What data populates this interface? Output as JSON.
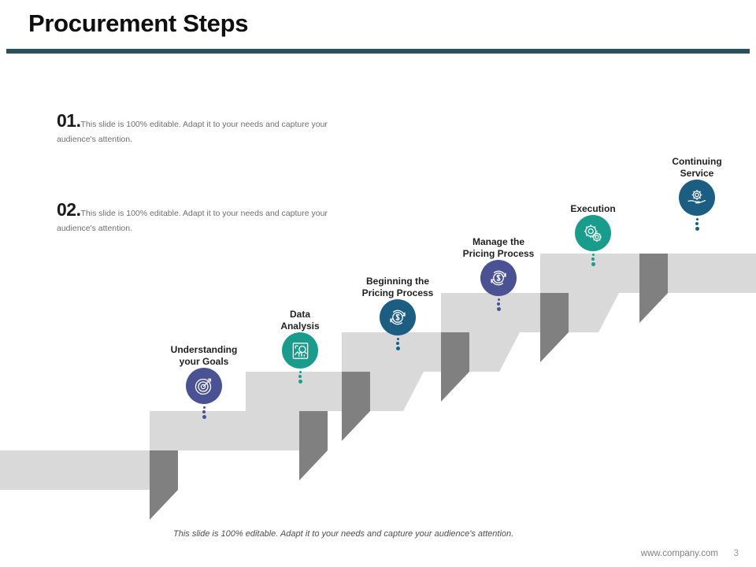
{
  "slide": {
    "title": "Procurement Steps",
    "rule_color": "#28505e"
  },
  "text_blocks": [
    {
      "number": "01.",
      "body": "This slide is 100% editable. Adapt it to your needs and capture your audience's attention."
    },
    {
      "number": "02.",
      "body": "This slide is 100% editable. Adapt it to your needs and capture your audience's attention."
    }
  ],
  "steps": [
    {
      "label": "Understanding\nyour Goals",
      "icon": "target-arrow-icon",
      "color": "#4a5294"
    },
    {
      "label": "Data\nAnalysis",
      "icon": "document-magnifier-analysis-icon",
      "color": "#1a9c8c"
    },
    {
      "label": "Beginning the\nPricing Process",
      "icon": "dollar-cycle-icon",
      "color": "#1b5e82"
    },
    {
      "label": "Manage the\nPricing Process",
      "icon": "dollar-cycle-icon",
      "color": "#4a5294"
    },
    {
      "label": "Execution",
      "icon": "gears-icon",
      "color": "#1a9c8c"
    },
    {
      "label": "Continuing\nService",
      "icon": "hand-gear-icon",
      "color": "#1b5e82"
    }
  ],
  "stairs": {
    "top_color": "#d9d9d9",
    "riser_color": "#808080"
  },
  "footer": {
    "note": "This slide is 100% editable. Adapt it to your needs and capture your audience's attention.",
    "url": "www.company.com",
    "page": "3"
  }
}
